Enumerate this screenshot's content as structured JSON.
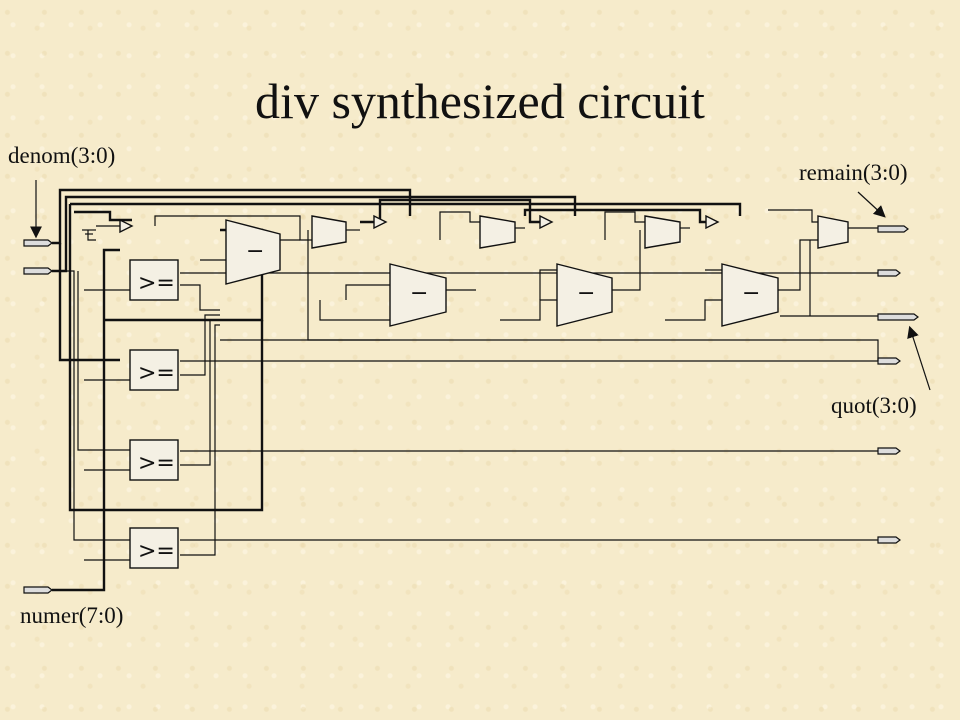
{
  "title": "div synthesized circuit",
  "labels": {
    "denom": "denom(3:0)",
    "remain": "remain(3:0)",
    "quot": "quot(3:0)",
    "numer": "numer(7:0)"
  },
  "comparator_symbol": ">=",
  "subtractor_symbol": "−"
}
